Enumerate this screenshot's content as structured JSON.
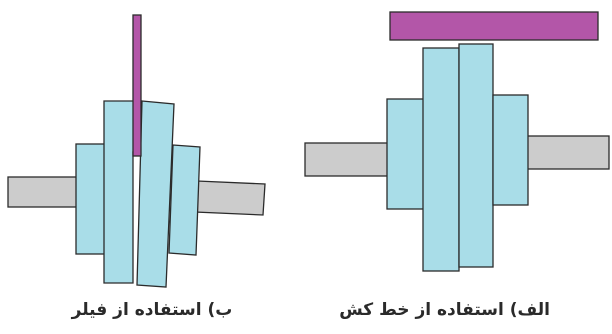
{
  "figures": {
    "right": {
      "caption": "الف) استفاده از خط کش",
      "tool": "ruler"
    },
    "left": {
      "caption": "ب) استفاده از فیلر",
      "tool": "feeler"
    }
  },
  "colors": {
    "shaft": "#cccccc",
    "hub": "#a9dde8",
    "outline": "#2b2b2b",
    "tool": "#b356a8",
    "caption": "#2a2a2a"
  }
}
